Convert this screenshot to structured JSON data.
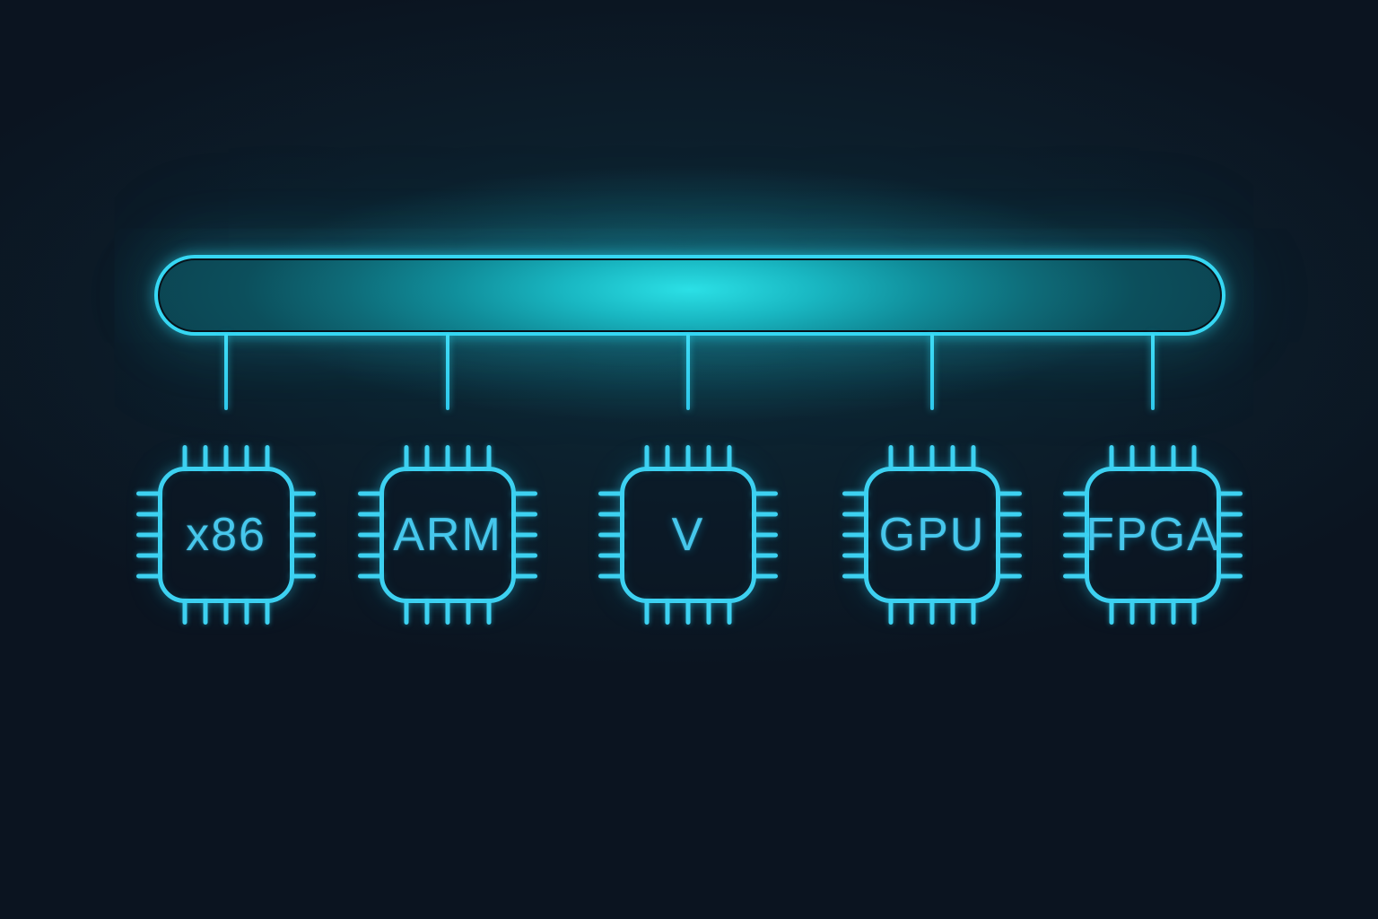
{
  "diagram": {
    "description_role": "bus-architecture-diagram"
  },
  "chips": [
    {
      "id": "x86",
      "label": "x86"
    },
    {
      "id": "arm",
      "label": "ARM"
    },
    {
      "id": "riscv",
      "label": "V"
    },
    {
      "id": "gpu",
      "label": "GPU"
    },
    {
      "id": "fpga",
      "label": "FPGA"
    }
  ],
  "chip_style": {
    "pins_per_side": 5
  },
  "colors": {
    "background": "#0b1420",
    "bus_stroke": "#36d7f3",
    "bus_fill_center": "#2be0e6",
    "bus_fill_edge": "#0b4250",
    "chip_stroke": "#3dd1f1",
    "chip_label": "#46c7ec"
  }
}
